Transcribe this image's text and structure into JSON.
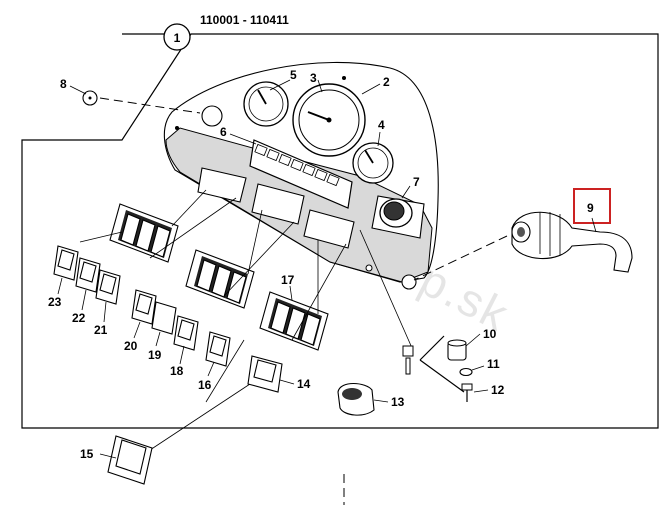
{
  "header": {
    "serial_range": "110001 - 110411"
  },
  "assembly_number": "1",
  "highlighted_part": "9",
  "highlight_color": "#cc2222",
  "watermark": "www.hydrop.sk",
  "parts": {
    "p2": "2",
    "p3": "3",
    "p4": "4",
    "p5": "5",
    "p6": "6",
    "p7": "7",
    "p8": "8",
    "p9": "9",
    "p10": "10",
    "p11": "11",
    "p12": "12",
    "p13": "13",
    "p14": "14",
    "p15": "15",
    "p16": "16",
    "p17": "17",
    "p18": "18",
    "p19": "19",
    "p20": "20",
    "p21": "21",
    "p22": "22",
    "p23": "23"
  }
}
